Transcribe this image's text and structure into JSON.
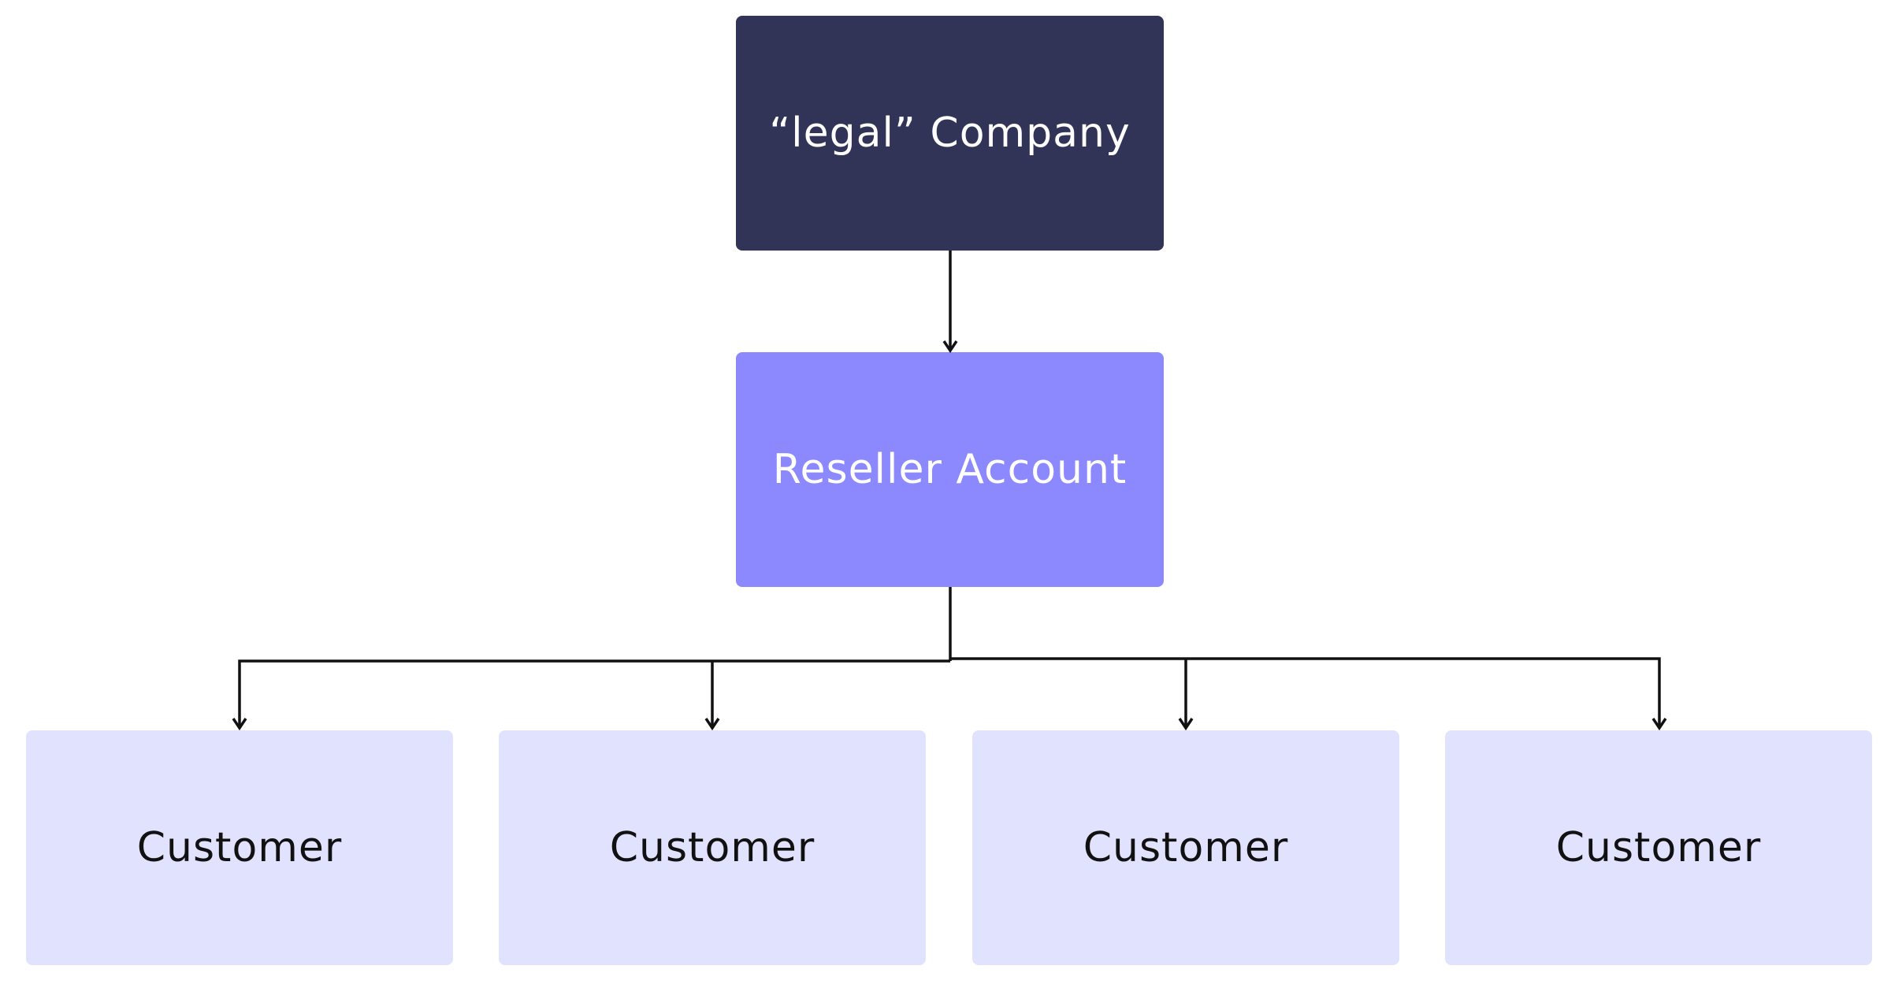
{
  "diagram": {
    "colors": {
      "company_fill": "#313457",
      "company_text": "#ffffff",
      "reseller_fill": "#8c88fd",
      "reseller_text": "#ffffff",
      "customer_fill": "#e1e2fe",
      "customer_text": "#111111",
      "connector": "#111111"
    },
    "root": {
      "label": "“legal” Company"
    },
    "reseller": {
      "label": "Reseller Account"
    },
    "customers": [
      {
        "label": "Customer"
      },
      {
        "label": "Customer"
      },
      {
        "label": "Customer"
      },
      {
        "label": "Customer"
      }
    ]
  }
}
